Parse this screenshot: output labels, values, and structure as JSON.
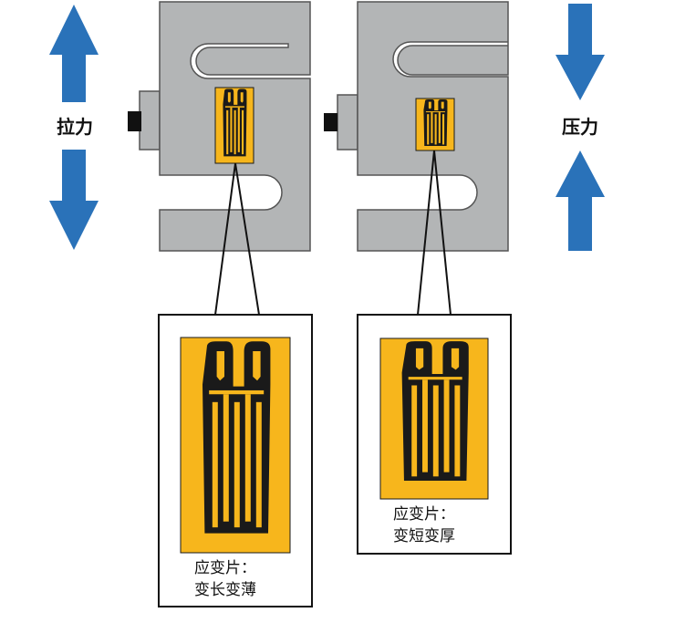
{
  "colors": {
    "arrow": "#2a72b9",
    "body": "#b3b5b6",
    "outline": "#555555",
    "gauge_fill": "#f7b61c",
    "gauge_pattern": "#1a1a1a"
  },
  "tension": {
    "label": "拉力",
    "caption_line1": "应变片：",
    "caption_line2": "变长变薄"
  },
  "compression": {
    "label": "压力",
    "caption_line1": "应变片：",
    "caption_line2": "变短变厚"
  }
}
